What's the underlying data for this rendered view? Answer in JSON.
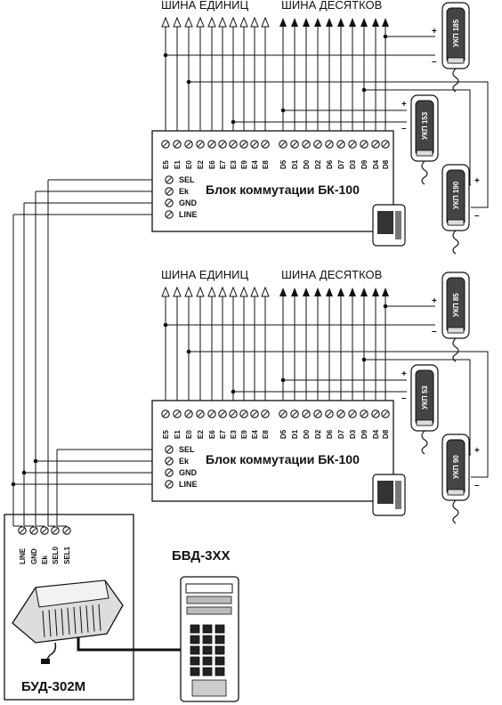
{
  "groups": [
    {
      "bus_units": "ШИНА ЕДИНИЦ",
      "bus_tens": "ШИНА ДЕСЯТКОВ",
      "block_title": "Блок коммутации БК-100",
      "units_terminals": [
        "E5",
        "E1",
        "E0",
        "E2",
        "E6",
        "E7",
        "E3",
        "E9",
        "E4",
        "E8"
      ],
      "tens_terminals": [
        "D5",
        "D1",
        "D0",
        "D2",
        "D6",
        "D7",
        "D3",
        "D9",
        "D4",
        "D8"
      ],
      "side_terminals": [
        "SEL",
        "Ek",
        "GND",
        "LINE"
      ],
      "handsets": [
        "УКП 185",
        "УКП 153",
        "УКП 190"
      ]
    },
    {
      "bus_units": "ШИНА ЕДИНИЦ",
      "bus_tens": "ШИНА ДЕСЯТКОВ",
      "block_title": "Блок коммутации БК-100",
      "units_terminals": [
        "E5",
        "E1",
        "E0",
        "E2",
        "E6",
        "E7",
        "E3",
        "E9",
        "E4",
        "E8"
      ],
      "tens_terminals": [
        "D5",
        "D1",
        "D0",
        "D2",
        "D6",
        "D7",
        "D3",
        "D9",
        "D4",
        "D8"
      ],
      "side_terminals": [
        "SEL",
        "Ek",
        "GND",
        "LINE"
      ],
      "handsets": [
        "УКП 85",
        "УКП 53",
        "УКП 90"
      ]
    }
  ],
  "bud": {
    "title": "БУД-302М",
    "terminals": [
      "LINE",
      "GND",
      "Ek",
      "SEL0",
      "SEL1"
    ]
  },
  "bvd": {
    "title": "БВД-3ХХ"
  },
  "polarity": {
    "plus": "+",
    "minus": "–"
  }
}
